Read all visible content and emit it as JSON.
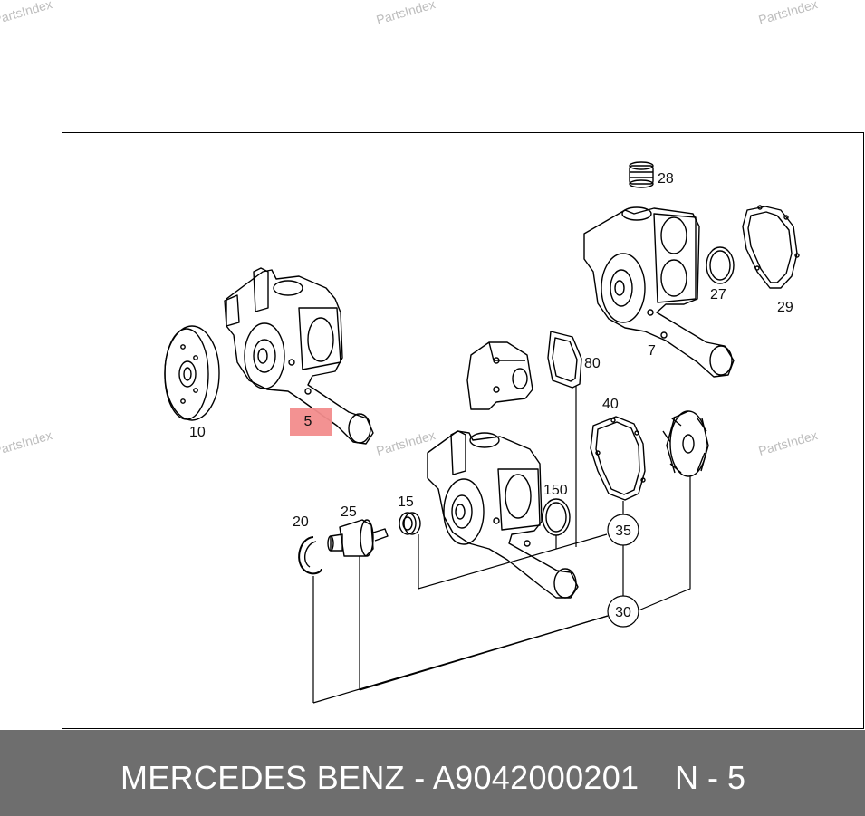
{
  "watermark": "PartsIndex",
  "callouts": {
    "c28": "28",
    "c27": "27",
    "c29": "29",
    "c7": "7",
    "c80": "80",
    "c40": "40",
    "c10": "10",
    "c150": "150",
    "c15": "15",
    "c20": "20",
    "c25": "25",
    "c35": "35",
    "c30": "30"
  },
  "highlight": {
    "label": "5",
    "color": "#f28c8c"
  },
  "footer": {
    "title": "MERCEDES BENZ - A9042000201",
    "position": "N - 5",
    "background": "#6e6e6e"
  }
}
